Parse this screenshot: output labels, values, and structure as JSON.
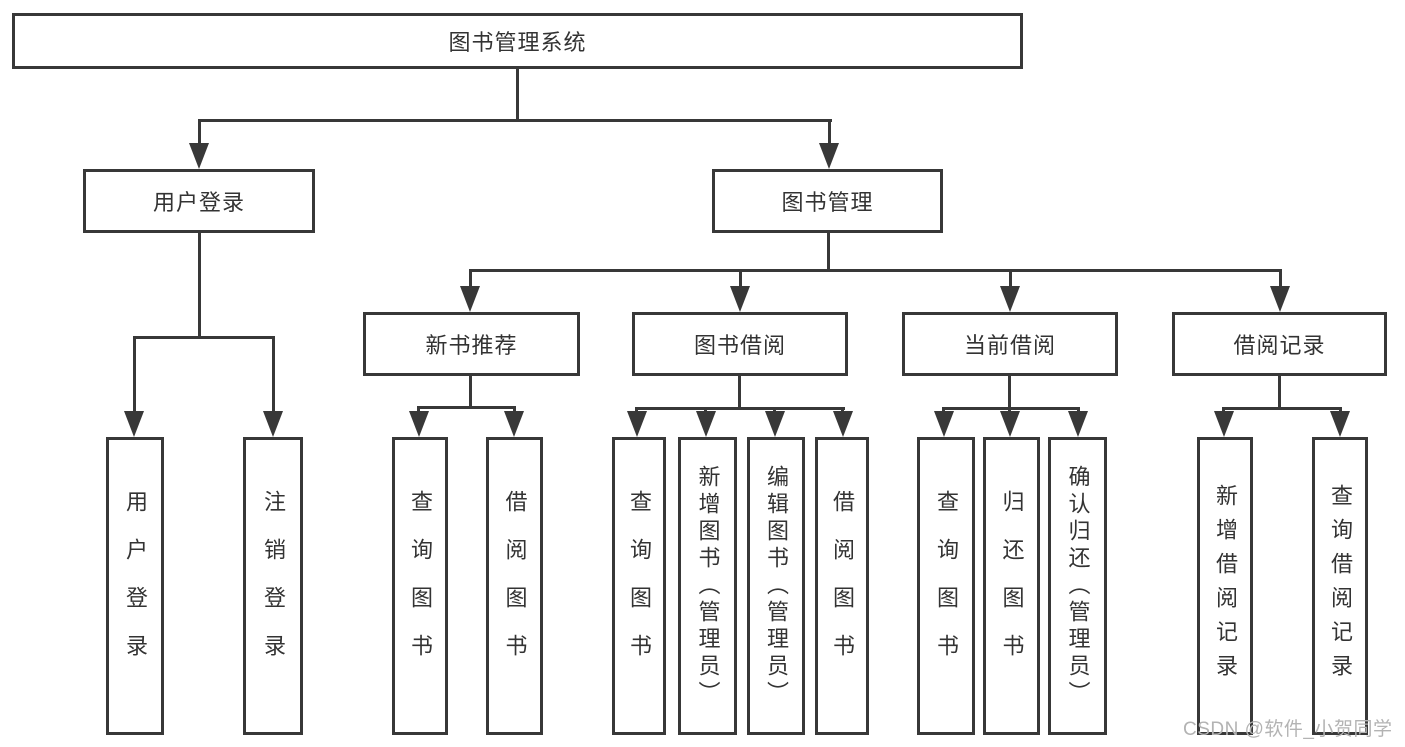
{
  "diagram": {
    "root": "图书管理系统",
    "level2": {
      "user_login": "用户登录",
      "book_mgmt": "图书管理"
    },
    "level3": {
      "new_book": "新书推荐",
      "borrow": "图书借阅",
      "current": "当前借阅",
      "records": "借阅记录"
    },
    "leaves": {
      "user_login": "用户登录",
      "logout": "注销登录",
      "nb_query": "查询图书",
      "nb_borrow": "借阅图书",
      "bw_query": "查询图书",
      "bw_add": "新增图书（管理员）",
      "bw_edit": "编辑图书（管理员）",
      "bw_borrow": "借阅图书",
      "cb_query": "查询图书",
      "cb_return": "归还图书",
      "cb_confirm": "确认归还（管理员）",
      "rec_add": "新增借阅记录",
      "rec_query": "查询借阅记录"
    }
  },
  "watermark": "CSDN @软件_小贺同学",
  "colors": {
    "line": "#383838",
    "text": "#333333",
    "background": "#ffffff",
    "watermark": "#b3b3b3"
  }
}
